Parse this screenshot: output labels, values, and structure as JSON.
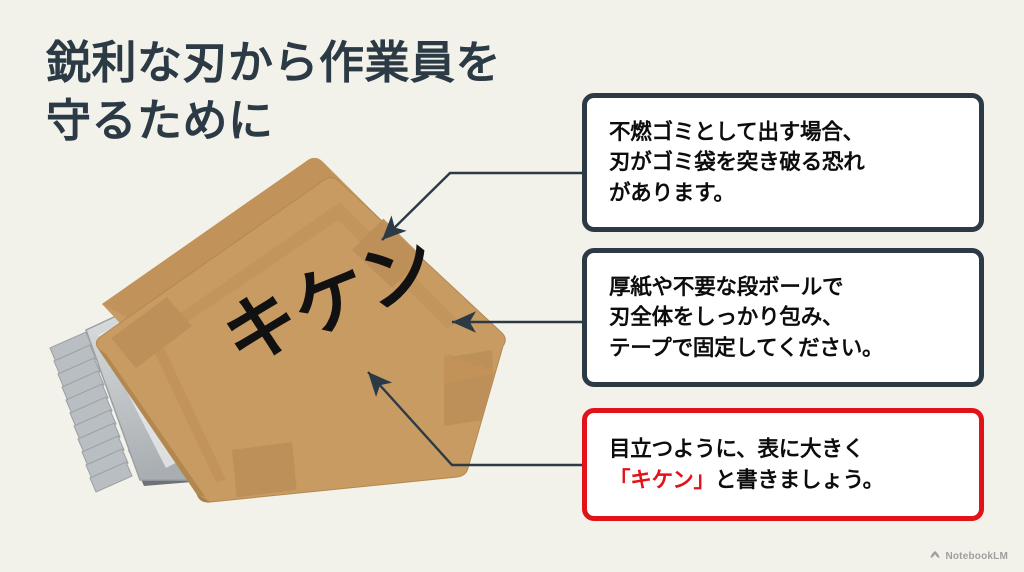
{
  "page": {
    "background_color": "#F2F1EA",
    "title": "鋭利な刃から作業員を\n守るために",
    "title_color": "#2B3A44"
  },
  "illustration": {
    "name": "clipper-blade-wrapped-in-cardboard",
    "handwritten_label": "キケン",
    "cardboard_color": "#C89B63",
    "cardboard_shadow_color": "#B2884F",
    "tape_color": "#BE8F58",
    "blade_color": "#C9CCCE",
    "blade_dark_color": "#6E7276",
    "marker_color": "#111111"
  },
  "callouts": [
    {
      "id": "callout-1",
      "border_color": "#2B3A44",
      "accent": "navy",
      "text": "不燃ゴミとして出す場合、\n刃がゴミ袋を突き破る恐れ\nがあります。"
    },
    {
      "id": "callout-2",
      "border_color": "#2B3A44",
      "accent": "navy",
      "text": "厚紙や不要な段ボールで\n刃全体をしっかり包み、\nテープで固定してください。"
    },
    {
      "id": "callout-3",
      "border_color": "#E2121A",
      "accent": "red",
      "line1": "目立つように、表に大きく",
      "highlight": "「キケン」",
      "line2_tail": "と書きましょう。",
      "highlight_color": "#E2121A"
    }
  ],
  "leader_lines": {
    "color": "#2B3A44",
    "count": 3
  },
  "watermark": {
    "label": "NotebookLM",
    "icon": "notebooklm-icon"
  }
}
